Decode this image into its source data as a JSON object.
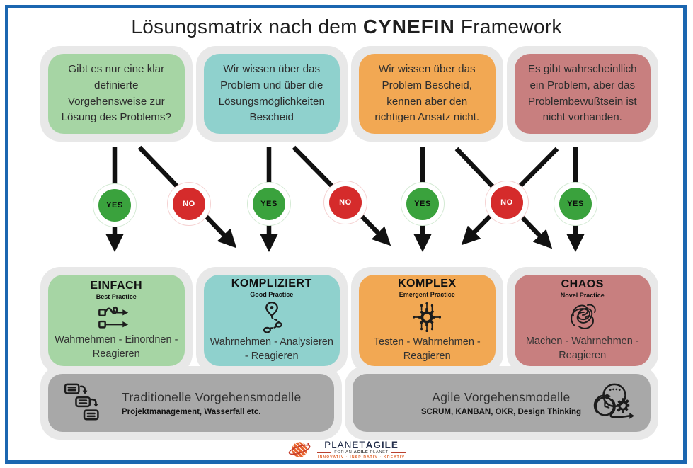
{
  "title": {
    "pre": "Lösungsmatrix nach dem",
    "highlight": "CYNEFIN",
    "post": "Framework"
  },
  "palette": {
    "frame_blue": "#1b66b0",
    "question_green": "#a6d5a4",
    "question_teal": "#8fd1cd",
    "question_orange": "#f2a853",
    "question_rose": "#c87f7f",
    "yes_green": "#3aa23d",
    "no_red": "#d52b2b",
    "shell_gray": "#e8e8e8",
    "model_gray": "#a8a8a8"
  },
  "questions": [
    {
      "text": "Gibt es nur eine klar definierte Vorgehensweise zur Lösung des Problems?"
    },
    {
      "text": "Wir wissen über das Problem und über die Lösungsmöglichkeiten Bescheid"
    },
    {
      "text": "Wir wissen über das Problem Bescheid, kennen aber den richtigen Ansatz nicht."
    },
    {
      "text": "Es gibt wahrscheinllich ein Problem, aber das Problembewußtsein ist nicht vorhanden."
    }
  ],
  "decisions": [
    {
      "label": "YES",
      "from": "question-1",
      "to": "EINFACH"
    },
    {
      "label": "NO",
      "from": "question-1",
      "to": "KOMPLIZIERT"
    },
    {
      "label": "YES",
      "from": "question-2",
      "to": "KOMPLIZIERT"
    },
    {
      "label": "NO",
      "from": "question-2",
      "to": "KOMPLEX"
    },
    {
      "label": "YES",
      "from": "question-3",
      "to": "KOMPLEX"
    },
    {
      "label": "NO",
      "from": "question-3 / question-4",
      "to": "CHAOS / KOMPLEX (crossing arrows)"
    },
    {
      "label": "YES",
      "from": "question-4",
      "to": "CHAOS"
    }
  ],
  "domains": [
    {
      "title": "EINFACH",
      "subtitle": "Best Practice",
      "icon": "squiggle-to-straight-arrow-icon",
      "text": "Wahrnehmen - Einordnen - Reagieren"
    },
    {
      "title": "KOMPLIZIERT",
      "subtitle": "Good Practice",
      "icon": "route-pin-icon",
      "text": "Wahrnehmen - Analysieren - Reagieren"
    },
    {
      "title": "KOMPLEX",
      "subtitle": "Emergent Practice",
      "icon": "network-gear-icon",
      "text": "Testen - Wahrnehmen - Reagieren"
    },
    {
      "title": "CHAOS",
      "subtitle": "Novel Practice",
      "icon": "scribble-tangle-icon",
      "text": "Machen - Wahrnehmen - Reagieren"
    }
  ],
  "models": [
    {
      "title": "Traditionelle Vorgehensmodelle",
      "subtitle": "Projektmanagement, Wasserfall etc.",
      "icon": "waterfall-cascade-icon"
    },
    {
      "title": "Agile Vorgehensmodelle",
      "subtitle": "SCRUM, KANBAN, OKR, Design Thinking",
      "icon": "agile-sprint-clock-gear-icon"
    }
  ],
  "logo": {
    "brand_pre": "PLANET",
    "brand_bold": "AGILE",
    "tagline_pre": "FOR AN",
    "tagline_bold": "AGILE",
    "tagline_post": "PLANET",
    "slogan": "INNOVATIV · INSPIRATIV · KREATIV"
  }
}
